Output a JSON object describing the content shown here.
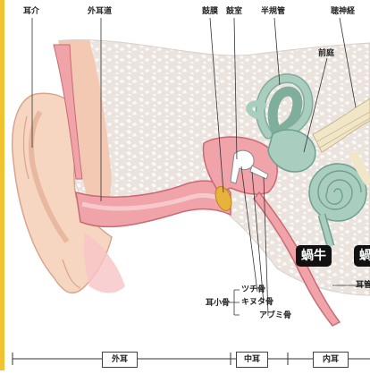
{
  "labels": {
    "auricle": "耳介",
    "ear_canal": "外耳道",
    "eardrum": "鼓膜",
    "tympanic_cavity": "鼓室",
    "semicircular_canals": "半規管",
    "auditory_nerve": "聴神経",
    "vestibule": "前庭",
    "ossicles": "耳小骨",
    "malleus": "ツチ骨",
    "incus": "キヌタ骨",
    "stapes": "アブミ骨",
    "eustachian_tube": "耳管"
  },
  "badges": [
    "蝸牛",
    "蝸"
  ],
  "sections": {
    "outer": "外耳",
    "middle": "中耳",
    "inner": "内耳"
  },
  "colors": {
    "skin": "#f7d9c4",
    "canal_pink": "#f0a3a8",
    "bone": "#ece4df",
    "inner_ear": "#a9cdbf",
    "eardrum": "#e8b33c",
    "frame": "#f2c230"
  }
}
